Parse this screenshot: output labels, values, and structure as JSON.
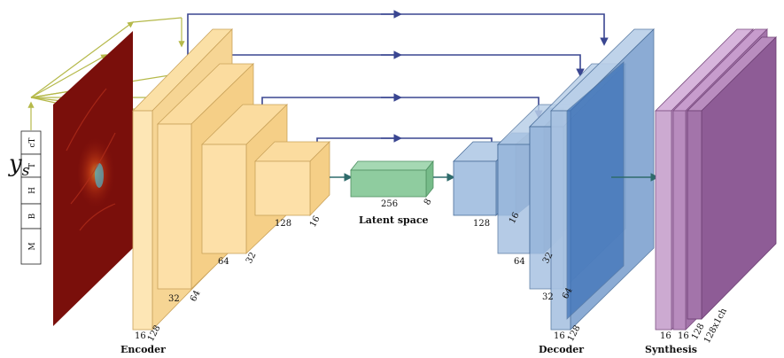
{
  "input": {
    "symbol": "y",
    "subscript": "s",
    "conditions": [
      "cT",
      "T",
      "H",
      "B",
      "M"
    ]
  },
  "sections": {
    "encoder": "Encoder",
    "latent": "Latent space",
    "decoder": "Decoder",
    "synthesis": "Synthesis"
  },
  "encoder_labels": {
    "b1_depth": "16",
    "b1_width": "128",
    "b2_width": "32",
    "b2_depth": "64",
    "b3_width": "64",
    "b3_depth": "32",
    "b4_width": "128",
    "b4_depth": "16"
  },
  "latent_labels": {
    "width": "256",
    "depth": "8"
  },
  "decoder_labels": {
    "d1_width": "128",
    "d1_depth": "16",
    "d2_width": "64",
    "d2_depth": "32",
    "d3_width": "32",
    "d3_depth": "64",
    "d4_depth": "16",
    "d4_width": "128"
  },
  "synthesis_labels": {
    "a": "16",
    "b": "16",
    "c": "128",
    "d": "128x1ch"
  },
  "colors": {
    "encoder_fill": "#fde2a6",
    "encoder_edge": "#c9a25a",
    "latent_fill": "#8fcc9f",
    "decoder_light": "#a9c3e2",
    "decoder_dark": "#3f73b8",
    "synthesis_fill": "#a875ad",
    "skip_arrow": "#3a4691",
    "input_arrow": "#b5b94a",
    "flow_arrow": "#2f6b6b",
    "heatmap_bg": "#7a0f0b"
  }
}
